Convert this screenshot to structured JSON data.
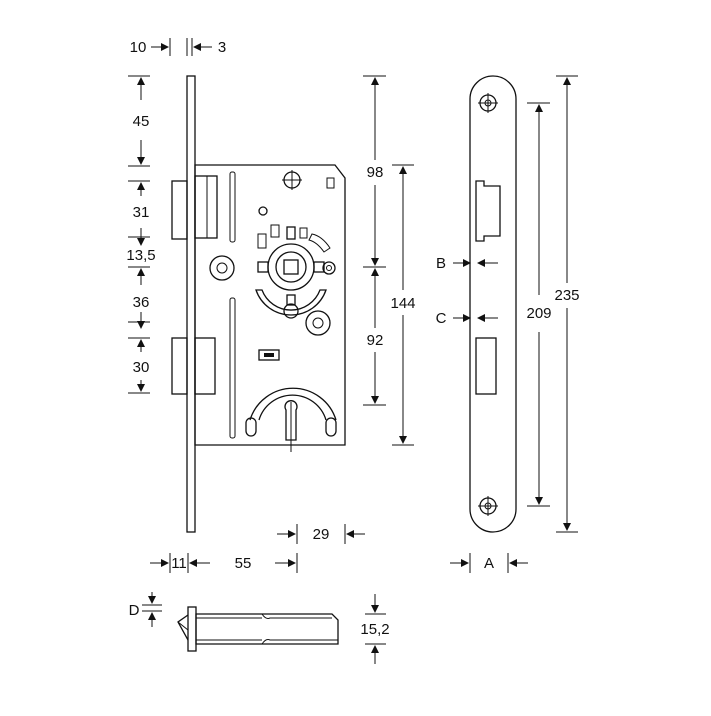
{
  "dimensions": {
    "top_left_10": "10",
    "top_right_3": "3",
    "d45": "45",
    "d31": "31",
    "d13_5": "13,5",
    "d36": "36",
    "d30": "30",
    "d98": "98",
    "d144": "144",
    "d92": "92",
    "d29": "29",
    "d11": "11",
    "d55": "55",
    "B": "B",
    "C": "C",
    "d209": "209",
    "d235": "235",
    "A": "A",
    "D": "D",
    "d15_2": "15,2"
  }
}
